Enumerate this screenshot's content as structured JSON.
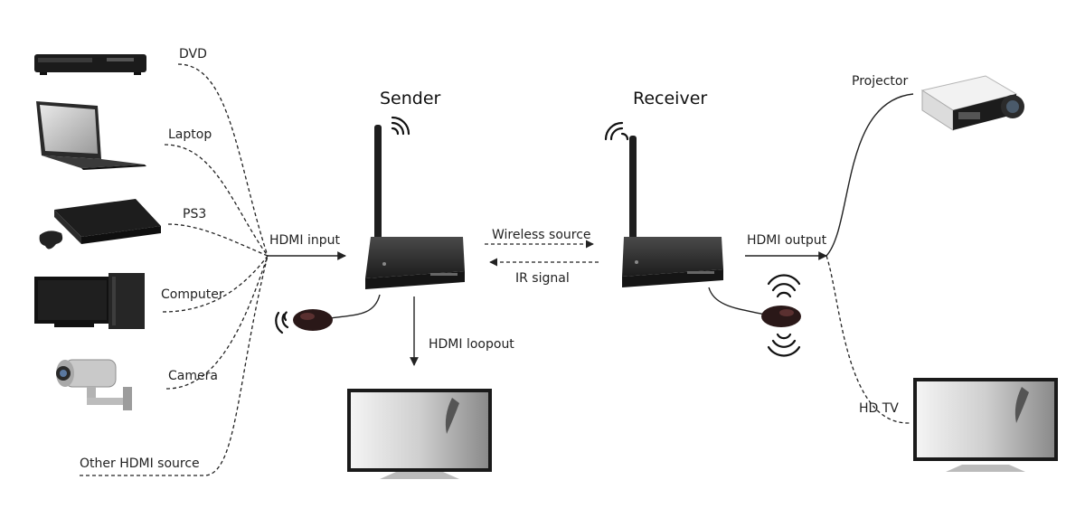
{
  "sources": {
    "dvd": "DVD",
    "laptop": "Laptop",
    "ps3": "PS3",
    "computer": "Computer",
    "camera": "Camera",
    "other": "Other HDMI source"
  },
  "sender": {
    "title": "Sender"
  },
  "receiver": {
    "title": "Receiver"
  },
  "links": {
    "hdmi_input": "HDMI input",
    "wireless_source": "Wireless source",
    "ir_signal": "IR signal",
    "hdmi_loopout": "HDMI loopout",
    "hdmi_output": "HDMI output"
  },
  "outputs": {
    "projector": "Projector",
    "hd_tv": "HD TV"
  }
}
